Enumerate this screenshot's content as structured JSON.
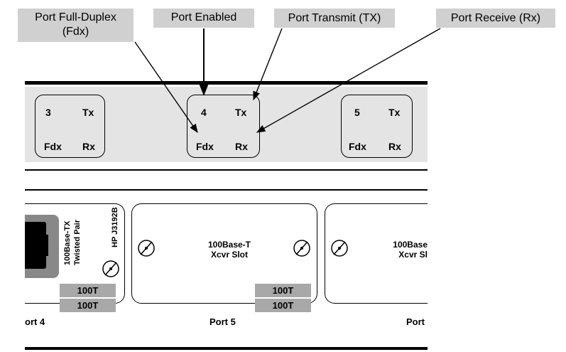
{
  "callouts": {
    "full_duplex": "Port Full-Duplex\n(Fdx)",
    "enabled": "Port Enabled",
    "transmit": "Port Transmit (TX)",
    "receive": "Port Receive (Rx)"
  },
  "leds": [
    {
      "port": "3",
      "tx": "Tx",
      "fdx": "Fdx",
      "rx": "Rx"
    },
    {
      "port": "4",
      "tx": "Tx",
      "fdx": "Fdx",
      "rx": "Rx"
    },
    {
      "port": "5",
      "tx": "Tx",
      "fdx": "Fdx",
      "rx": "Rx"
    }
  ],
  "module": {
    "type_line1": "100Base-TX",
    "type_line2": "Twisted Pair",
    "model": "HP J3192B"
  },
  "slots": [
    {
      "line1": "100Base-T",
      "line2": "Xcvr Slot"
    },
    {
      "line1": "100Base",
      "line2": "Xcvr Sl"
    }
  ],
  "tags": {
    "left_top": "100T",
    "left_bottom": "100T",
    "mid_top": "100T",
    "mid_bottom": "100T"
  },
  "ports": {
    "left": "ort 4",
    "mid": "Port 5",
    "right": "Port"
  }
}
